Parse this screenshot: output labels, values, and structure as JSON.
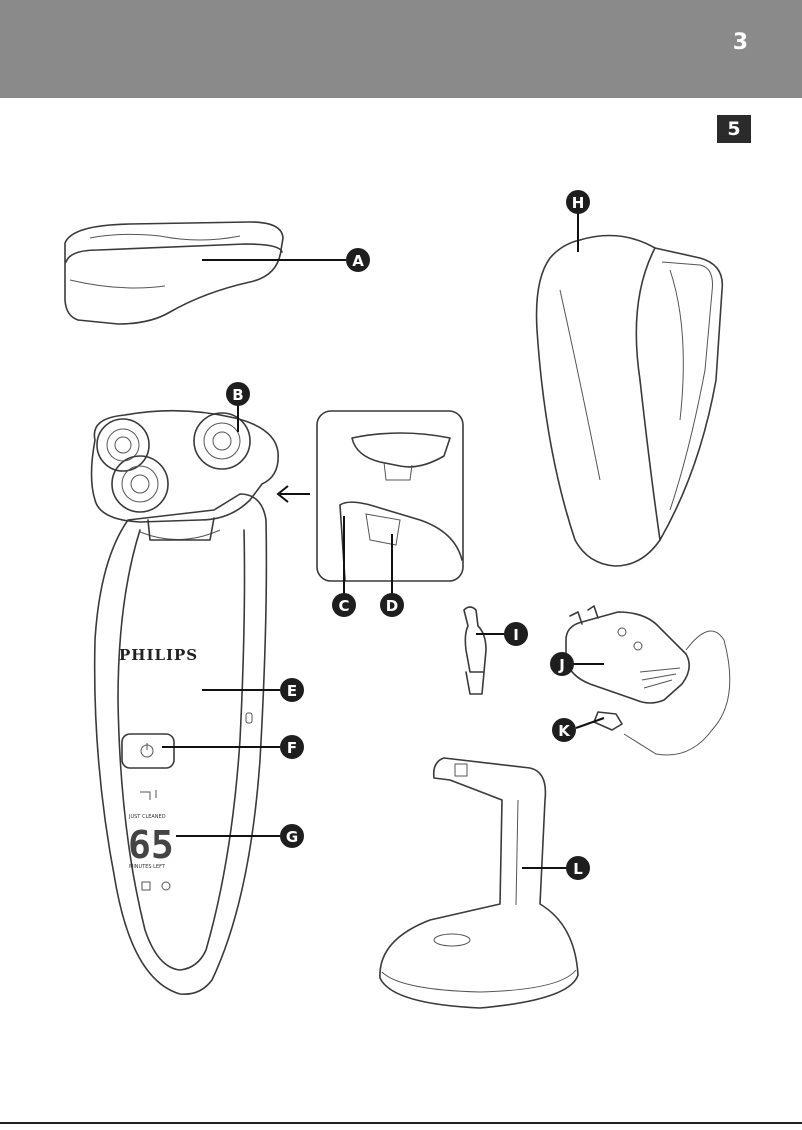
{
  "header": {
    "page_number": "3",
    "language_badge": "5",
    "header_color": "#8a8a8a"
  },
  "device": {
    "brand": "PHILIPS",
    "display_top": "JUST CLEANED",
    "display_digits": "65",
    "display_bottom": "MINUTES LEFT"
  },
  "callouts": [
    {
      "label": "A",
      "part": "protection cap"
    },
    {
      "label": "B",
      "part": "shaving unit"
    },
    {
      "label": "C",
      "part": "release button"
    },
    {
      "label": "D",
      "part": "trimmer"
    },
    {
      "label": "E",
      "part": "shaver handle"
    },
    {
      "label": "F",
      "part": "on/off button"
    },
    {
      "label": "G",
      "part": "display"
    },
    {
      "label": "H",
      "part": "pouch"
    },
    {
      "label": "I",
      "part": "cleaning brush"
    },
    {
      "label": "J",
      "part": "adapter"
    },
    {
      "label": "K",
      "part": "small plug"
    },
    {
      "label": "L",
      "part": "stand"
    }
  ]
}
